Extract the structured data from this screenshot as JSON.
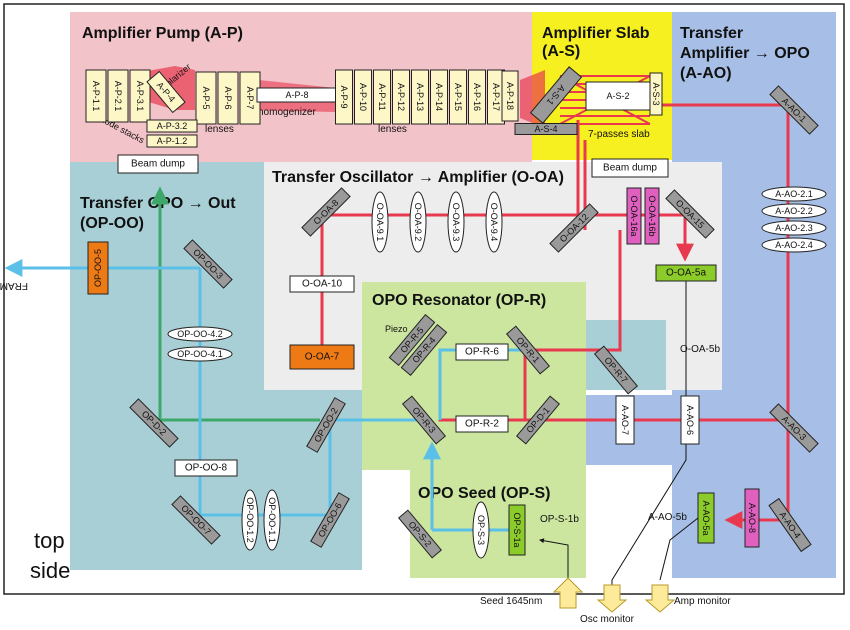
{
  "regions": {
    "amp_pump": "Amplifier Pump (A-P)",
    "amp_slab": "Amplifier Slab",
    "amp_slab_code": "(A-S)",
    "transfer_amp_opo_1": "Transfer",
    "transfer_amp_opo_2": "Amplifier → OPO",
    "transfer_amp_opo_3": "(A-AO)",
    "transfer_osc_amp": "Transfer Oscillator → Amplifier (O-OA)",
    "transfer_opo_out_1": "Transfer OPO → Out",
    "transfer_opo_out_2": "(OP-OO)",
    "opo_resonator": "OPO Resonator (OP-R)",
    "opo_seed": "OPO Seed (OP-S)"
  },
  "pump": {
    "diodes": [
      "A-P-1.1",
      "A-P-2.1",
      "A-P-3.1"
    ],
    "polarizer_label": "polarizer",
    "polarizer": "A-P-4",
    "lenses1": [
      "A-P-5",
      "A-P-6",
      "A-P-7"
    ],
    "homogenizer": "A-P-8",
    "homogenizer_label": "homogenizer",
    "lenses2": [
      "A-P-9",
      "A-P-10",
      "A-P-11",
      "A-P-12",
      "A-P-13",
      "A-P-14",
      "A-P-15",
      "A-P-16",
      "A-P-17"
    ],
    "ap18": "A-P-18",
    "ap32": "A-P-3.2",
    "ap12": "A-P-1.2",
    "diode_stacks": "diode stacks",
    "lenses_label": "lenses",
    "beam_dump": "Beam dump"
  },
  "slab": {
    "as1": "A-S-1",
    "as2": "A-S-2",
    "as3": "A-S-3",
    "as4": "A-S-4",
    "passes": "7-passes slab",
    "beam_dump": "Beam dump"
  },
  "aao": {
    "aao1": "A-AO-1",
    "lenses": [
      "A-AO-2.1",
      "A-AO-2.2",
      "A-AO-2.3",
      "A-AO-2.4"
    ],
    "aao3": "A-AO-3",
    "aao4": "A-AO-4",
    "aao5a": "A-AO-5a",
    "aao5b": "A-AO-5b",
    "aao6": "A-AO-6",
    "aao7": "A-AO-7",
    "aao8": "A-AO-8"
  },
  "ooa": {
    "o8": "O-OA-8",
    "lenses": [
      "O-OA-9.1",
      "O-OA-9.2",
      "O-OA-9.3",
      "O-OA-9.4"
    ],
    "o10": "O-OA-10",
    "o7": "O-OA-7",
    "o12": "O-OA-12",
    "o16a": "O-OA-16a",
    "o16b": "O-OA-16b",
    "o15": "O-OA-15",
    "o5a": "O-OA-5a",
    "o5b": "O-OA-5b"
  },
  "opoo": {
    "oo5": "OP-OO-5",
    "frame": "FRAME",
    "oo3": "OP-OO-3",
    "oo42": "OP-OO-4.2",
    "oo41": "OP-OO-4.1",
    "oo2": "OP-OO-2",
    "d2": "OP-D-2",
    "oo8": "OP-OO-8",
    "oo12": "OP-OO-1.2",
    "oo11": "OP-OO-1.1",
    "oo7": "OP-OO-7",
    "oo6": "OP-OO-6"
  },
  "opr": {
    "piezo": "Piezo",
    "r5": "OP-R-5",
    "r4": "OP-R-4",
    "r6": "OP-R-6",
    "r1": "OP-R-1",
    "r3": "OP-R-3",
    "r2": "OP-R-2",
    "d1": "OP-D-1",
    "r7": "OP-R-7"
  },
  "ops": {
    "s2": "OP-S-2",
    "s3": "OP-S-3",
    "s1a": "OP-S-1a",
    "s1b": "OP-S-1b"
  },
  "outputs": {
    "seed": "Seed 1645nm",
    "osc_monitor": "Osc monitor",
    "amp_monitor": "Amp monitor",
    "top": "top",
    "side": "side"
  },
  "colors": {
    "pump_bg": "#f2c3c8",
    "slab_bg": "#f7f020",
    "aao_bg": "#a7bfe6",
    "ooa_bg": "#ededed",
    "opoo_bg": "#a9cfd6",
    "opr_bg": "#cce6a0",
    "red_beam": "#e8394f",
    "blue_beam": "#5bc0e8",
    "green_beam": "#3ea86a",
    "orange_box": "#ee7a16",
    "magenta_box": "#e060c0",
    "green_box": "#8ccc2a"
  }
}
